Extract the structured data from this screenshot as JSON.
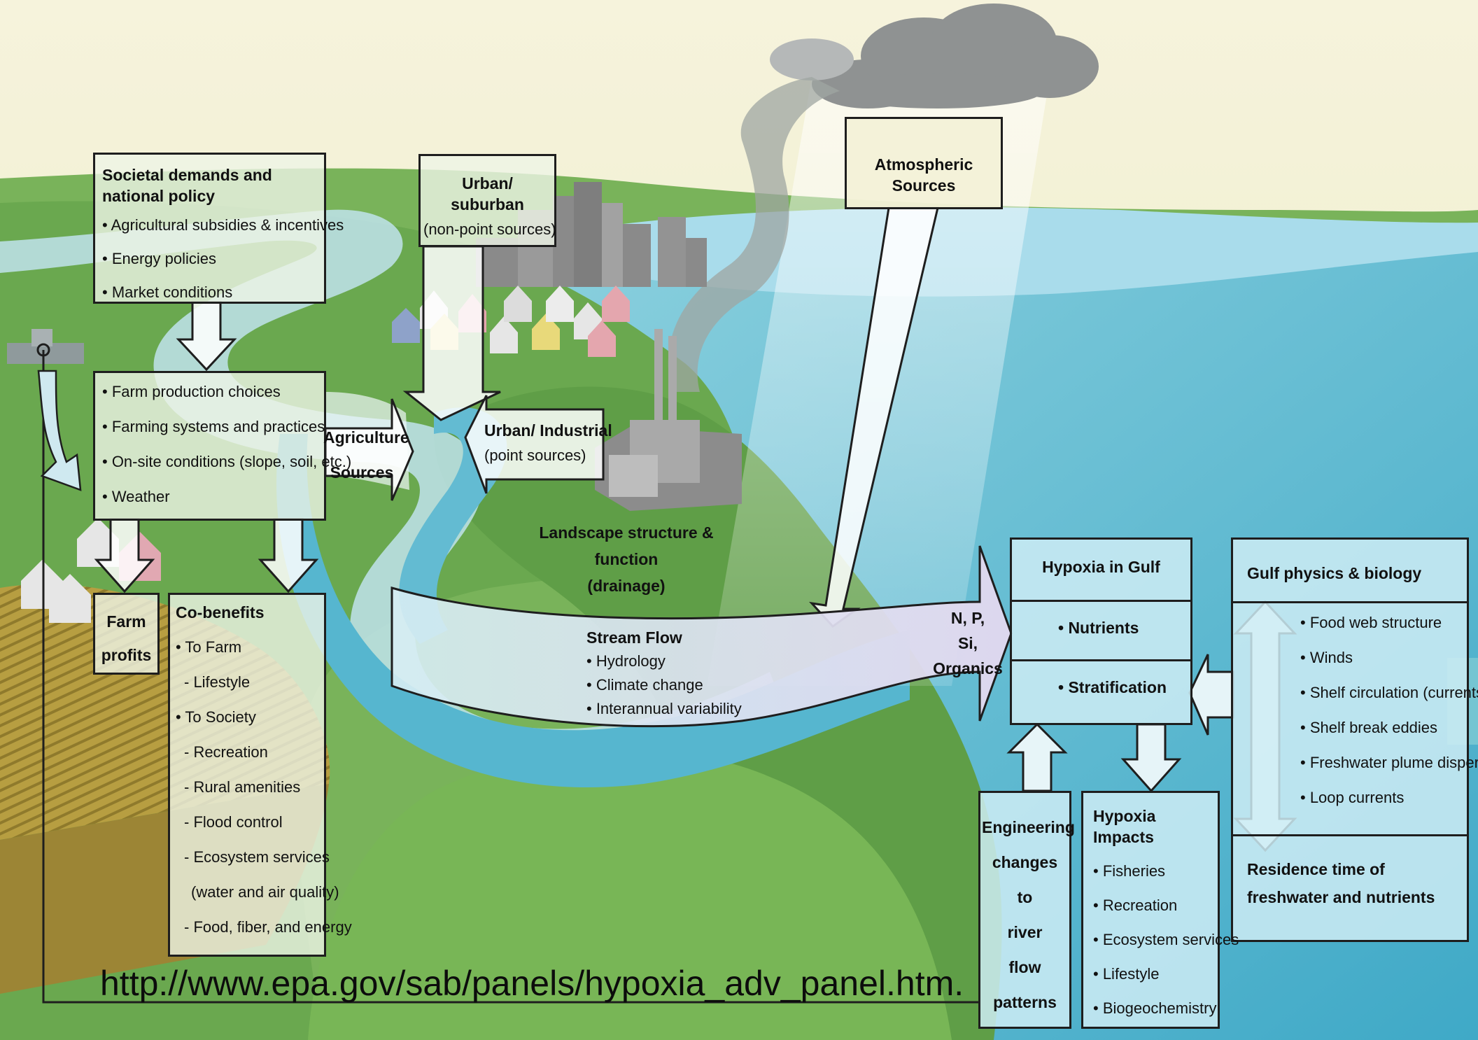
{
  "societal": {
    "title": "Societal demands and national policy",
    "items": [
      "• Agricultural subsidies & incentives",
      "• Energy policies",
      "• Market conditions"
    ]
  },
  "farm_choices": {
    "items": [
      "• Farm production choices",
      "• Farming systems and practices",
      "• On-site conditions (slope, soil, etc.)",
      "• Weather"
    ]
  },
  "agriculture_sources": {
    "line1": "Agriculture",
    "line2": "Sources"
  },
  "farm_profits": {
    "line1": "Farm",
    "line2": "profits"
  },
  "cobenefits": {
    "title": "Co-benefits",
    "items": [
      "• To Farm",
      "- Lifestyle",
      "• To Society",
      "- Recreation",
      "- Rural amenities",
      "- Flood control",
      "- Ecosystem services",
      "(water and air quality)",
      "- Food, fiber, and energy"
    ]
  },
  "urban_suburban": {
    "title": "Urban/ suburban",
    "sub": "(non-point sources)"
  },
  "urban_industrial": {
    "title": "Urban/ Industrial",
    "sub": "(point sources)"
  },
  "landscape": {
    "line1": "Landscape structure & function",
    "line2": "(drainage)"
  },
  "atmospheric": {
    "title": "Atmospheric Sources"
  },
  "stream_flow": {
    "title": "Stream Flow",
    "items": [
      "• Hydrology",
      "• Climate change",
      "• Interannual variability"
    ]
  },
  "npsi": {
    "line1": "N, P,",
    "line2": "Si, Organics"
  },
  "hypoxia_gulf": {
    "title": "Hypoxia in Gulf",
    "nutrients": "• Nutrients",
    "stratification": "• Stratification"
  },
  "gulf_physics": {
    "title": "Gulf physics & biology",
    "items": [
      "• Food web structure",
      "• Winds",
      "• Shelf circulation (currents)",
      "• Shelf break eddies",
      "• Freshwater plume dispersal",
      "• Loop currents"
    ],
    "residence_line1": "Residence time of",
    "residence_line2": "freshwater and nutrients"
  },
  "engineering": {
    "lines": [
      "Engineering",
      "changes",
      "to",
      "river",
      "flow",
      "patterns"
    ]
  },
  "hypoxia_impacts": {
    "title": "Hypoxia Impacts",
    "items": [
      "• Fisheries",
      "• Recreation",
      "• Ecosystem services",
      "• Lifestyle",
      "• Biogeochemistry"
    ]
  },
  "url": "http://www.epa.gov/sab/panels/hypoxia_adv_panel.htm.",
  "colors": {
    "sky": "#f2eec9",
    "land": "#6aa84f",
    "water": "#6ec3d6",
    "river": "#c9e7ef",
    "farmfield": "#b49a3c",
    "arrow_fill": "#ffffff",
    "stroke": "#1e1e1e"
  }
}
